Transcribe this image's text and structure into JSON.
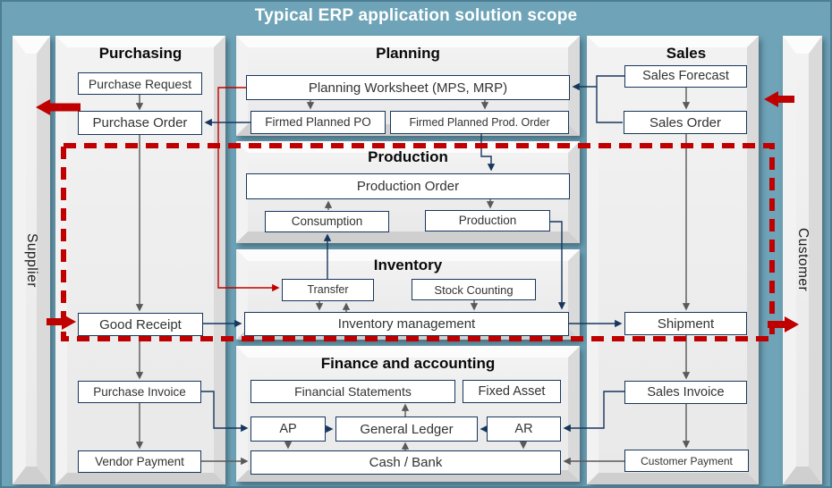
{
  "title": "Typical ERP application solution scope",
  "side_bars": {
    "supplier": "Supplier",
    "customer": "Customer"
  },
  "sections": {
    "purchasing": {
      "label": "Purchasing",
      "boxes": {
        "purchase_request": "Purchase Request",
        "purchase_order": "Purchase Order",
        "good_receipt": "Good Receipt",
        "purchase_invoice": "Purchase Invoice",
        "vendor_payment": "Vendor Payment"
      }
    },
    "planning": {
      "label": "Planning",
      "boxes": {
        "planning_worksheet": "Planning Worksheet (MPS, MRP)",
        "firmed_planned_po": "Firmed Planned PO",
        "firmed_planned_prod_order": "Firmed Planned Prod. Order"
      }
    },
    "production": {
      "label": "Production",
      "boxes": {
        "production_order": "Production Order",
        "consumption": "Consumption",
        "production": "Production"
      }
    },
    "inventory": {
      "label": "Inventory",
      "boxes": {
        "transfer": "Transfer",
        "stock_counting": "Stock Counting",
        "inventory_management": "Inventory management"
      }
    },
    "finance": {
      "label": "Finance and accounting",
      "boxes": {
        "financial_statements": "Financial Statements",
        "fixed_asset": "Fixed Asset",
        "ap": "AP",
        "general_ledger": "General Ledger",
        "ar": "AR",
        "cash_bank": "Cash / Bank"
      }
    },
    "sales": {
      "label": "Sales",
      "boxes": {
        "sales_forecast": "Sales Forecast",
        "sales_order": "Sales Order",
        "shipment": "Shipment",
        "sales_invoice": "Sales Invoice",
        "customer_payment": "Customer Payment"
      }
    }
  },
  "colors": {
    "background": "#6FA4B8",
    "title_text": "#FFFFFF",
    "panel_fill": "#EDEDED",
    "box_border": "#17365D",
    "arrow_gray": "#595959",
    "arrow_navy": "#17365D",
    "accent_red": "#C00000"
  }
}
